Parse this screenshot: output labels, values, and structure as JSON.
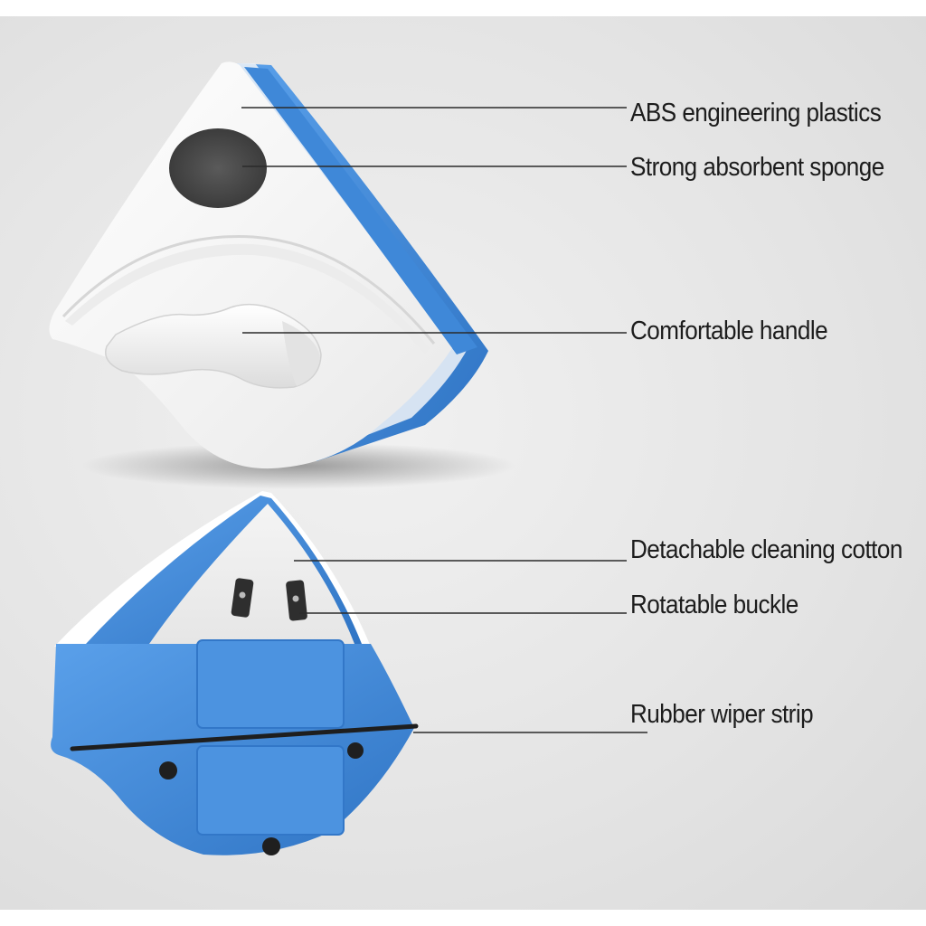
{
  "callouts": [
    {
      "id": "abs",
      "text": "ABS engineering plastics",
      "part": "top-shell"
    },
    {
      "id": "sponge",
      "text": "Strong absorbent sponge",
      "part": "sponge-pad"
    },
    {
      "id": "handle",
      "text": "Comfortable handle",
      "part": "handle"
    },
    {
      "id": "cotton",
      "text": "Detachable cleaning cotton",
      "part": "cleaning-cotton"
    },
    {
      "id": "buckle",
      "text": "Rotatable buckle",
      "part": "buckle"
    },
    {
      "id": "wiper",
      "text": "Rubber wiper strip",
      "part": "wiper-strip"
    }
  ],
  "colors": {
    "background": "#e6e6e6",
    "shell_white": "#f6f6f6",
    "accent_blue": "#3f88d8",
    "sponge_gray": "#4a4a4a",
    "leader_line": "#2a2a2a"
  }
}
